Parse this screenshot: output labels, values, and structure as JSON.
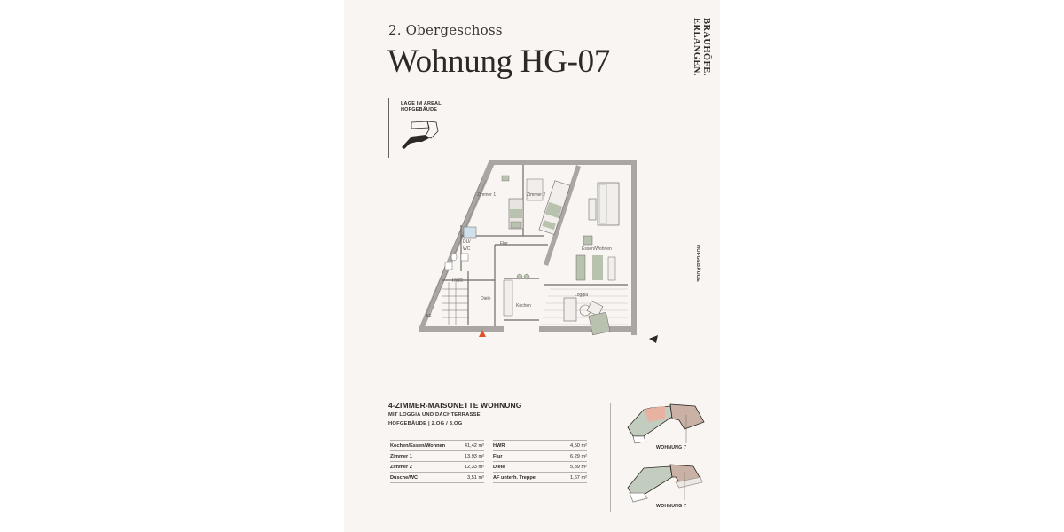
{
  "header": {
    "floor": "2. Obergeschoss",
    "title": "Wohnung HG-07",
    "brand_line1": "BRAUHÖFE.",
    "brand_line2": "ERLANGEN."
  },
  "location": {
    "label_line1": "LAGE IM AREAL",
    "label_line2": "HOFGEBÄUDE"
  },
  "side_label": "HOFGEBÄUDE",
  "floorplan": {
    "rooms": [
      "Zimmer 1",
      "Zimmer 2",
      "DU/ WC",
      "Flur",
      "Essen/Wohnen",
      "HWR",
      "Diele",
      "Kochen",
      "Loggia",
      "AF"
    ],
    "colors": {
      "wall": "#a9a6a3",
      "furniture_green": "#b8c2ae",
      "bath_blue": "#cfe0ea",
      "entrance_marker": "#e0502a"
    }
  },
  "info": {
    "heading": "4-ZIMMER-MAISONETTE WOHNUNG",
    "sub1": "MIT LOGGIA UND DACHTERRASSE",
    "sub2": "HOFGEBÄUDE  | 2.OG / 3.OG"
  },
  "areas": {
    "left": [
      {
        "label": "Kochen/Essen/Wohnen",
        "value": "41,42 m²"
      },
      {
        "label": "Zimmer 1",
        "value": "13,93 m²"
      },
      {
        "label": "Zimmer 2",
        "value": "12,33 m²"
      },
      {
        "label": "Dusche/WC",
        "value": "3,51 m²"
      }
    ],
    "right": [
      {
        "label": "HWR",
        "value": "4,50 m²"
      },
      {
        "label": "Flur",
        "value": "6,29 m²"
      },
      {
        "label": "Diele",
        "value": "5,89 m²"
      },
      {
        "label": "AF unterh. Treppe",
        "value": "1,67 m²"
      }
    ]
  },
  "mini_plans": [
    {
      "label": "WOHNUNG 7"
    },
    {
      "label": "WOHNUNG 7"
    }
  ]
}
